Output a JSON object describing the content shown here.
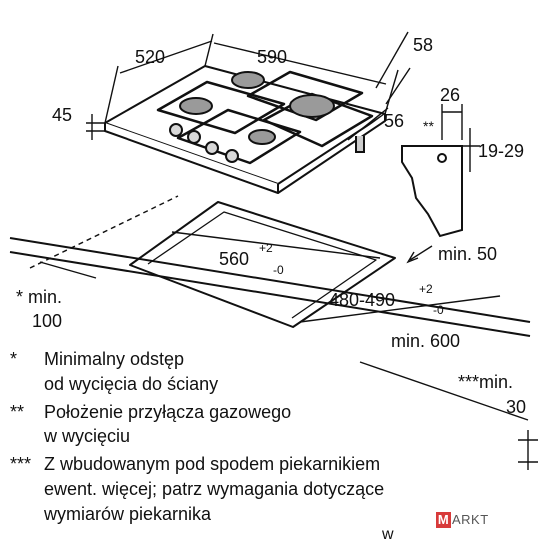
{
  "dimensions": {
    "hob_depth": "520",
    "hob_width": "590",
    "hob_height": "58",
    "hob_thickness": "45",
    "glass_to_connector": "56",
    "bracket_width": "26",
    "bracket_note": "**",
    "bracket_height": "19-29",
    "cutout_width_base": "560",
    "cutout_width_plus": "+2",
    "cutout_width_minus": "-0",
    "cutout_depth_base": "480-490",
    "cutout_depth_plus": "+2",
    "cutout_depth_minus": "-0",
    "min_rear_edge": "min. 50",
    "min_wall_line1": "* min.",
    "min_wall_line2": "100",
    "min_front": "min. 600",
    "min_oven_line1": "***min.",
    "min_oven_line2": "30"
  },
  "notes": [
    {
      "mark": "*",
      "lines": [
        "Minimalny odstęp",
        "od wycięcia do ściany"
      ]
    },
    {
      "mark": "**",
      "lines": [
        "Położenie przyłącza gazowego",
        "w wycięciu"
      ]
    },
    {
      "mark": "***",
      "lines": [
        "Z wbudowanym pod spodem piekarnikiem",
        "ewent. więcej; patrz wymagania dotyczące",
        "wymiarów piekarnika"
      ]
    }
  ],
  "footer_fragment": "w",
  "logo": {
    "initial": "M",
    "rest": "ARKT"
  }
}
